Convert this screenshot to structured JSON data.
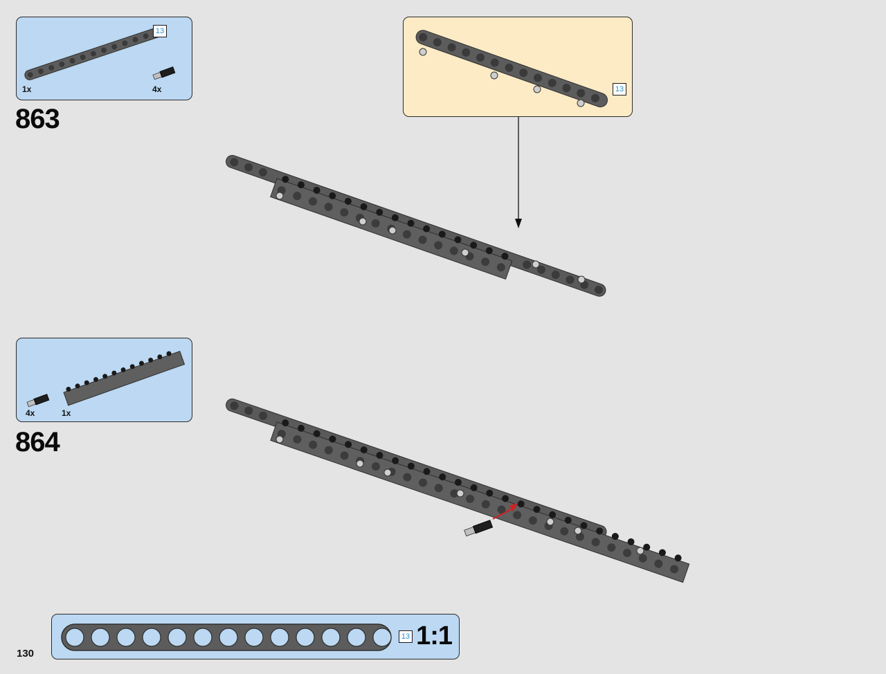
{
  "steps": [
    {
      "number": "863",
      "parts": [
        {
          "qty": "1x",
          "icon": "technic-beam-13-icon"
        },
        {
          "qty": "4x",
          "icon": "technic-pin-icon"
        }
      ],
      "length_badge": "13"
    },
    {
      "number": "864",
      "parts": [
        {
          "qty": "4x",
          "icon": "technic-pin-icon"
        },
        {
          "qty": "1x",
          "icon": "technic-brick-icon"
        }
      ]
    }
  ],
  "callout": {
    "length_badge": "13",
    "icon": "beam-with-pins-icon"
  },
  "ruler": {
    "length_badge": "13",
    "scale": "1:1"
  },
  "page_number": "130",
  "colors": {
    "parts_bg": "#bcd8f2",
    "callout_bg": "#fdebc6",
    "page_bg": "#e4e4e4",
    "part_gray": "#5c5c5c",
    "length_badge_text": "#2a8fc9",
    "arrow_red": "#d42020"
  }
}
